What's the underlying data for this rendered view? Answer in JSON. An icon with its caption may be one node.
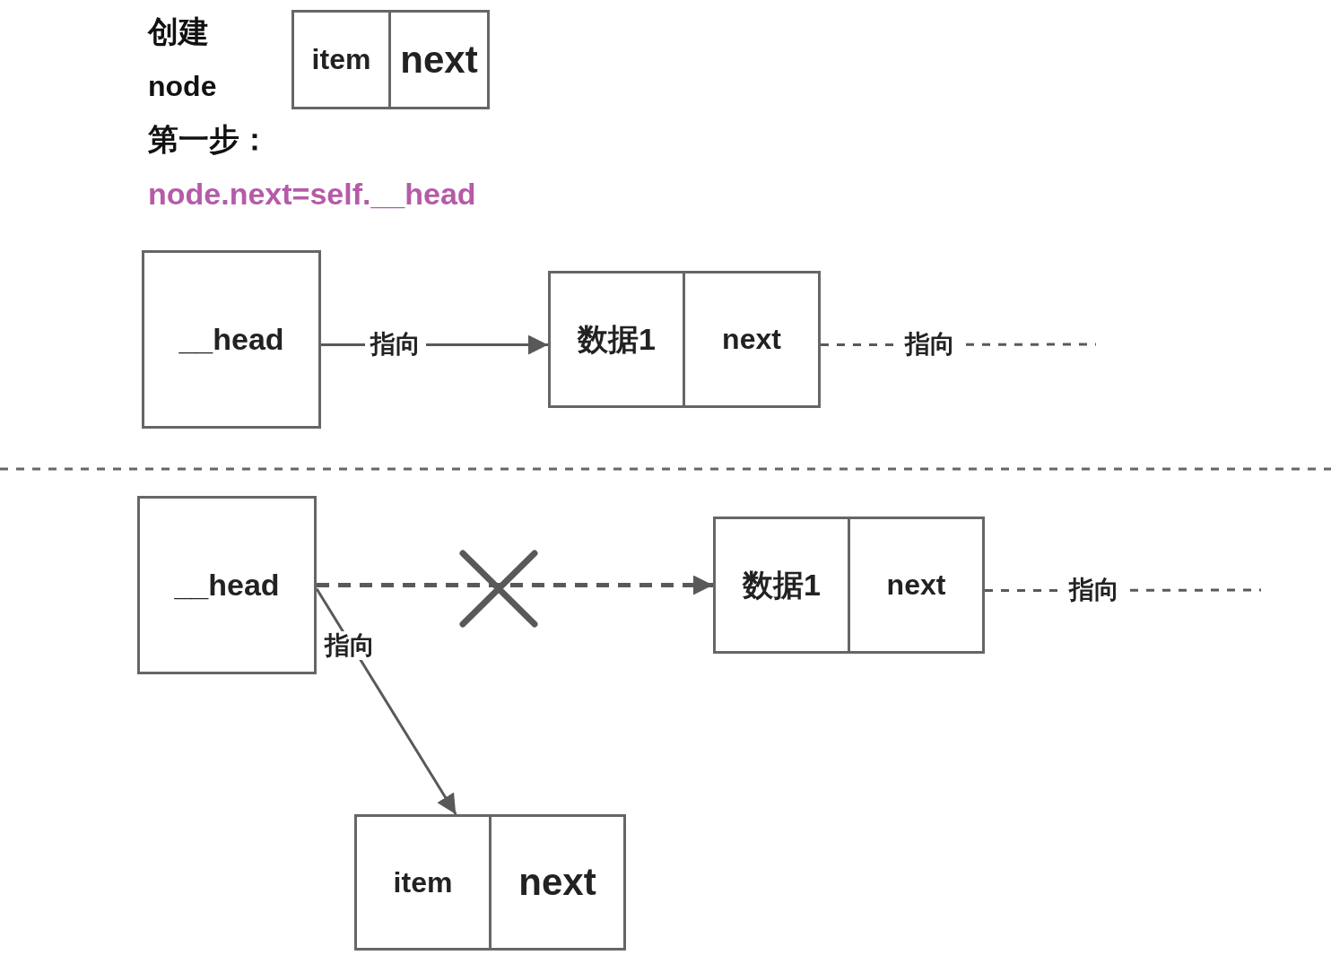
{
  "diagram": {
    "nodes": [
      {
        "text": [
          "item"
        ]
      },
      {
        "text": [
          "next"
        ]
      },
      {
        "text": [
          "__head"
        ]
      },
      {
        "text": [
          "数据1"
        ]
      },
      {
        "text": [
          "next"
        ]
      },
      {
        "text": [
          "__head"
        ]
      },
      {
        "text": [
          "数据1"
        ]
      },
      {
        "text": [
          "next"
        ]
      },
      {
        "text": [
          "item"
        ]
      },
      {
        "text": [
          "next"
        ]
      }
    ],
    "edges": [
      {
        "from": 2,
        "to": 3,
        "arrow": "to",
        "label": "指向"
      },
      {
        "from": 4,
        "to": null,
        "arrow": "none",
        "style": "dashed",
        "label": "指向"
      },
      {
        "from": 5,
        "to": 6,
        "arrow": "to",
        "style": "dashed"
      },
      {
        "from": 7,
        "to": null,
        "arrow": "none",
        "style": "dashed",
        "label": "指向"
      },
      {
        "from": 5,
        "to": 8,
        "arrow": "to",
        "label": "指向"
      }
    ],
    "labels": [
      "创建",
      "node",
      "第一步：",
      "node.next=self.__head"
    ]
  }
}
